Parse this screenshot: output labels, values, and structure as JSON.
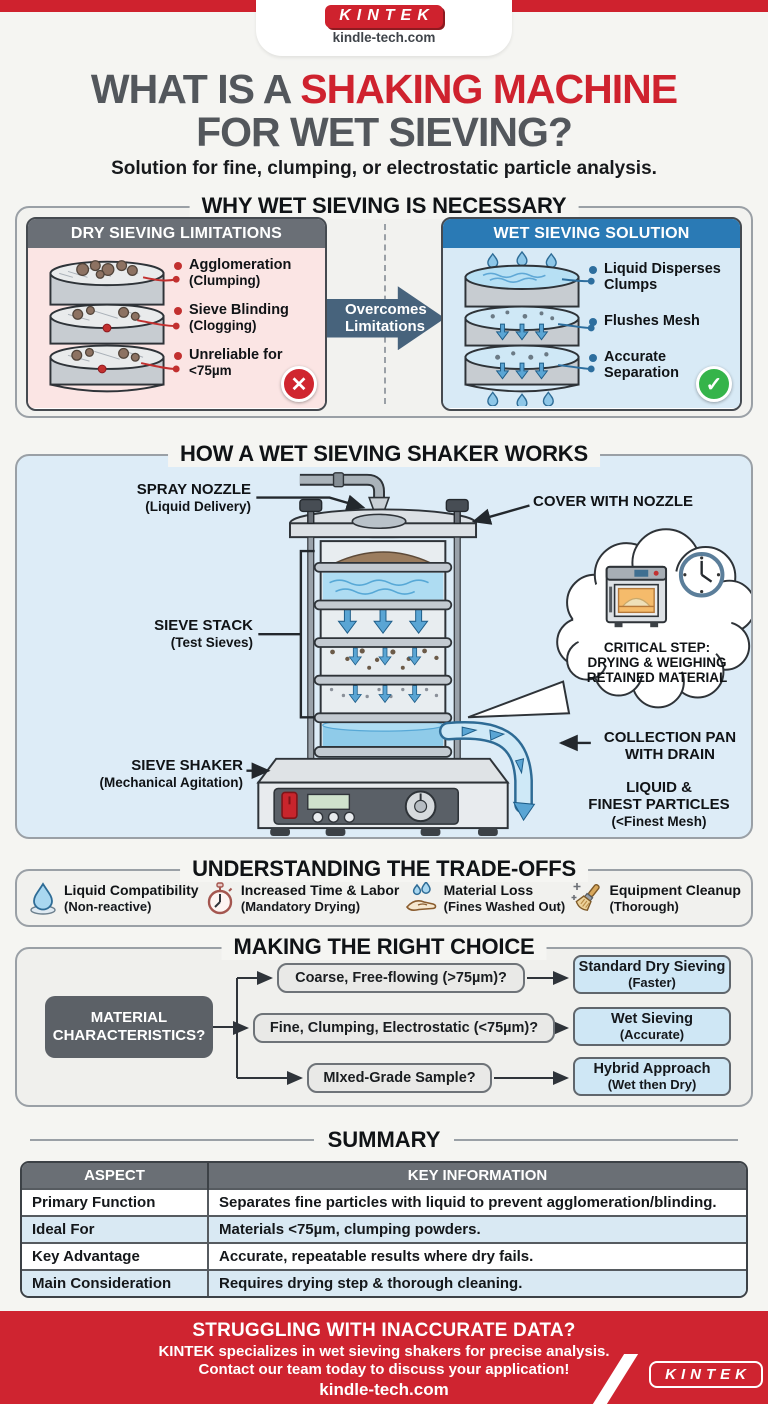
{
  "colors": {
    "brand_red": "#cf222e",
    "slate_arrow": "#47637c",
    "blue_header": "#2a7ab5",
    "dry_panel_bg": "#fbe5e4",
    "wet_panel_bg": "#d8eaf6",
    "how_section_bg": "#ddecf7",
    "table_header": "#6a6f75",
    "table_row_alt": "#d9e9f3"
  },
  "header": {
    "logo": "KINTEK",
    "website": "kindle-tech.com"
  },
  "title": {
    "part1": "WHAT IS A ",
    "part2": "SHAKING MACHINE",
    "line2": "FOR WET SIEVING?",
    "subtitle": "Solution for fine, clumping, or electrostatic particle analysis."
  },
  "why_section": {
    "title": "WHY WET SIEVING IS NECESSARY",
    "dry_panel": {
      "header": "DRY SIEVING LIMITATIONS",
      "badge": "✕",
      "items": [
        {
          "line1": "Agglomeration",
          "line2": "(Clumping)"
        },
        {
          "line1": "Sieve Blinding",
          "line2": "(Clogging)"
        },
        {
          "line1": "Unreliable for",
          "line2": "<75µm"
        }
      ]
    },
    "arrow": {
      "line1": "Overcomes",
      "line2": "Limitations"
    },
    "wet_panel": {
      "header": "WET SIEVING SOLUTION",
      "badge": "✓",
      "items": [
        {
          "line1": "Liquid Disperses",
          "line2": "Clumps"
        },
        {
          "line1": "Flushes Mesh",
          "line2": ""
        },
        {
          "line1": "Accurate",
          "line2": "Separation"
        }
      ]
    }
  },
  "how_section": {
    "title": "HOW A WET SIEVING SHAKER WORKS",
    "labels": {
      "spray_nozzle": {
        "line1": "SPRAY NOZZLE",
        "line2": "(Liquid Delivery)"
      },
      "cover": {
        "line1": "COVER WITH NOZZLE"
      },
      "sieve_stack": {
        "line1": "SIEVE STACK",
        "line2": "(Test Sieves)"
      },
      "sieve_shaker": {
        "line1": "SIEVE SHAKER",
        "line2": "(Mechanical Agitation)"
      },
      "critical_step": {
        "line1": "CRITICAL STEP:",
        "line2": "DRYING & WEIGHING",
        "line3": "RETAINED MATERIAL"
      },
      "collection_pan": {
        "line1": "COLLECTION PAN",
        "line2": "WITH DRAIN"
      },
      "liquid_particles": {
        "line1": "LIQUID &",
        "line2": "FINEST PARTICLES",
        "line3": "(<Finest Mesh)"
      }
    }
  },
  "tradeoffs_section": {
    "title": "UNDERSTANDING THE TRADE-OFFS",
    "items": [
      {
        "icon": "water-drop-icon",
        "line1": "Liquid Compatibility",
        "line2": "(Non-reactive)"
      },
      {
        "icon": "stopwatch-icon",
        "line1": "Increased Time & Labor",
        "line2": "(Mandatory Drying)"
      },
      {
        "icon": "hand-water-icon",
        "line1": "Material Loss",
        "line2": "(Fines Washed Out)"
      },
      {
        "icon": "cleaning-brush-icon",
        "line1": "Equipment Cleanup",
        "line2": "(Thorough)"
      }
    ]
  },
  "choice_section": {
    "title": "MAKING THE RIGHT CHOICE",
    "root": {
      "line1": "MATERIAL",
      "line2": "CHARACTERISTICS?"
    },
    "branches": [
      {
        "condition": "Coarse, Free-flowing (>75µm)?",
        "result": "Standard Dry Sieving",
        "result_sub": "(Faster)"
      },
      {
        "condition": "Fine, Clumping, Electrostatic (<75µm)?",
        "result": "Wet Sieving",
        "result_sub": "(Accurate)"
      },
      {
        "condition": "MIxed-Grade Sample?",
        "result": "Hybrid Approach",
        "result_sub": "(Wet then Dry)"
      }
    ]
  },
  "summary_section": {
    "title": "SUMMARY",
    "headers": [
      "ASPECT",
      "KEY INFORMATION"
    ],
    "rows": [
      [
        "Primary Function",
        "Separates fine particles with liquid to prevent agglomeration/blinding."
      ],
      [
        "Ideal For",
        "Materials <75µm, clumping powders."
      ],
      [
        "Key Advantage",
        "Accurate, repeatable results where dry fails."
      ],
      [
        "Main Consideration",
        "Requires drying step & thorough cleaning."
      ]
    ]
  },
  "footer": {
    "headline": "STRUGGLING WITH INACCURATE DATA?",
    "line1": "KINTEK specializes in wet sieving shakers for precise analysis.",
    "line2": "Contact our team today to discuss your application!",
    "website": "kindle-tech.com",
    "logo": "KINTEK"
  }
}
